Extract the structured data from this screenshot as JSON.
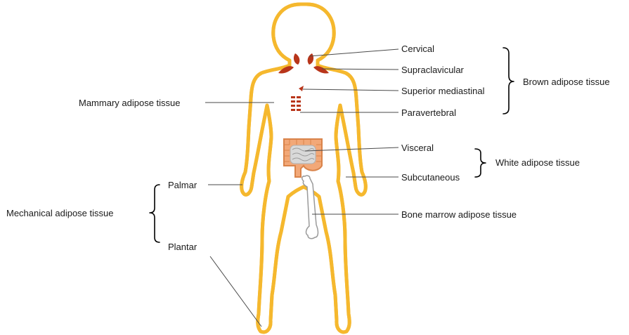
{
  "labels": {
    "cervical": "Cervical",
    "supraclavicular": "Supraclavicular",
    "superior_mediastinal": "Superior mediastinal",
    "paravertebral": "Paravertebral",
    "visceral": "Visceral",
    "subcutaneous": "Subcutaneous",
    "bone_marrow": "Bone marrow adipose tissue",
    "mammary": "Mammary adipose tissue",
    "palmar": "Palmar",
    "plantar": "Plantar"
  },
  "groups": {
    "brown": "Brown adipose tissue",
    "white": "White adipose tissue",
    "mechanical": "Mechanical adipose tissue"
  },
  "colors": {
    "body_outline": "#f5b82e",
    "body_inner_line": "#3b2a10",
    "brown_fat": "#b8351a",
    "intestine_fill": "#f2a878",
    "intestine_stroke": "#d9834a",
    "visceral_fill": "#d9d9d9",
    "bone_fill": "#ffffff",
    "bone_stroke": "#9a9a9a"
  }
}
